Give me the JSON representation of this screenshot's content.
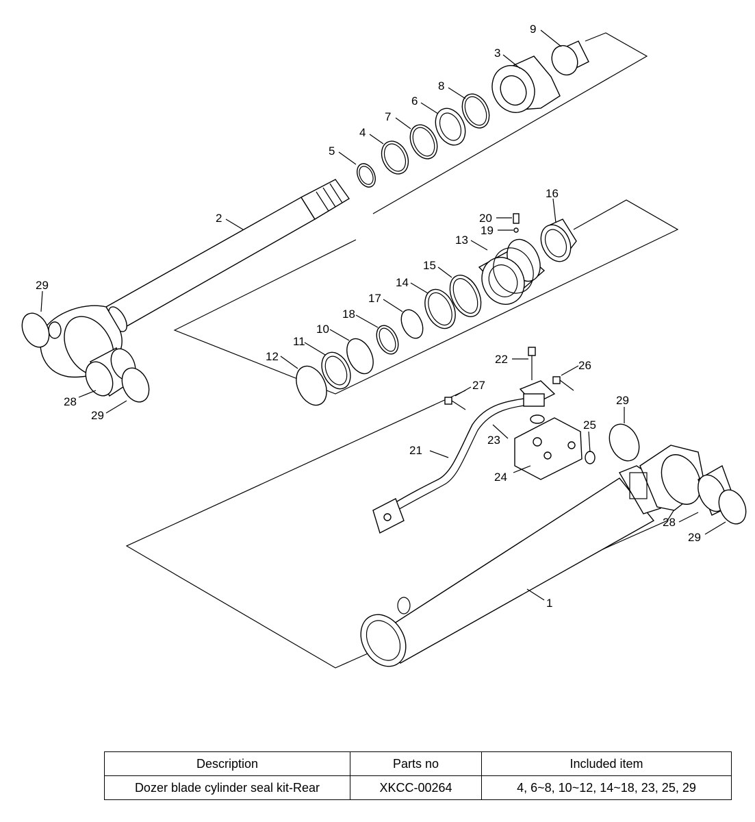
{
  "callouts": {
    "c1": "1",
    "c2": "2",
    "c3": "3",
    "c4": "4",
    "c5": "5",
    "c6": "6",
    "c7": "7",
    "c8": "8",
    "c9": "9",
    "c10": "10",
    "c11": "11",
    "c12": "12",
    "c13": "13",
    "c14": "14",
    "c15": "15",
    "c16": "16",
    "c17": "17",
    "c18": "18",
    "c19": "19",
    "c20": "20",
    "c21": "21",
    "c22": "22",
    "c23": "23",
    "c24": "24",
    "c25": "25",
    "c26": "26",
    "c27": "27",
    "c28": "28",
    "c29": "29"
  },
  "kit_table": {
    "headers": {
      "description": "Description",
      "parts_no": "Parts no",
      "included": "Included item"
    },
    "row": {
      "description": "Dozer blade cylinder seal kit-Rear",
      "parts_no": "XKCC-00264",
      "included": "4, 6~8, 10~12, 14~18, 23, 25, 29"
    }
  }
}
